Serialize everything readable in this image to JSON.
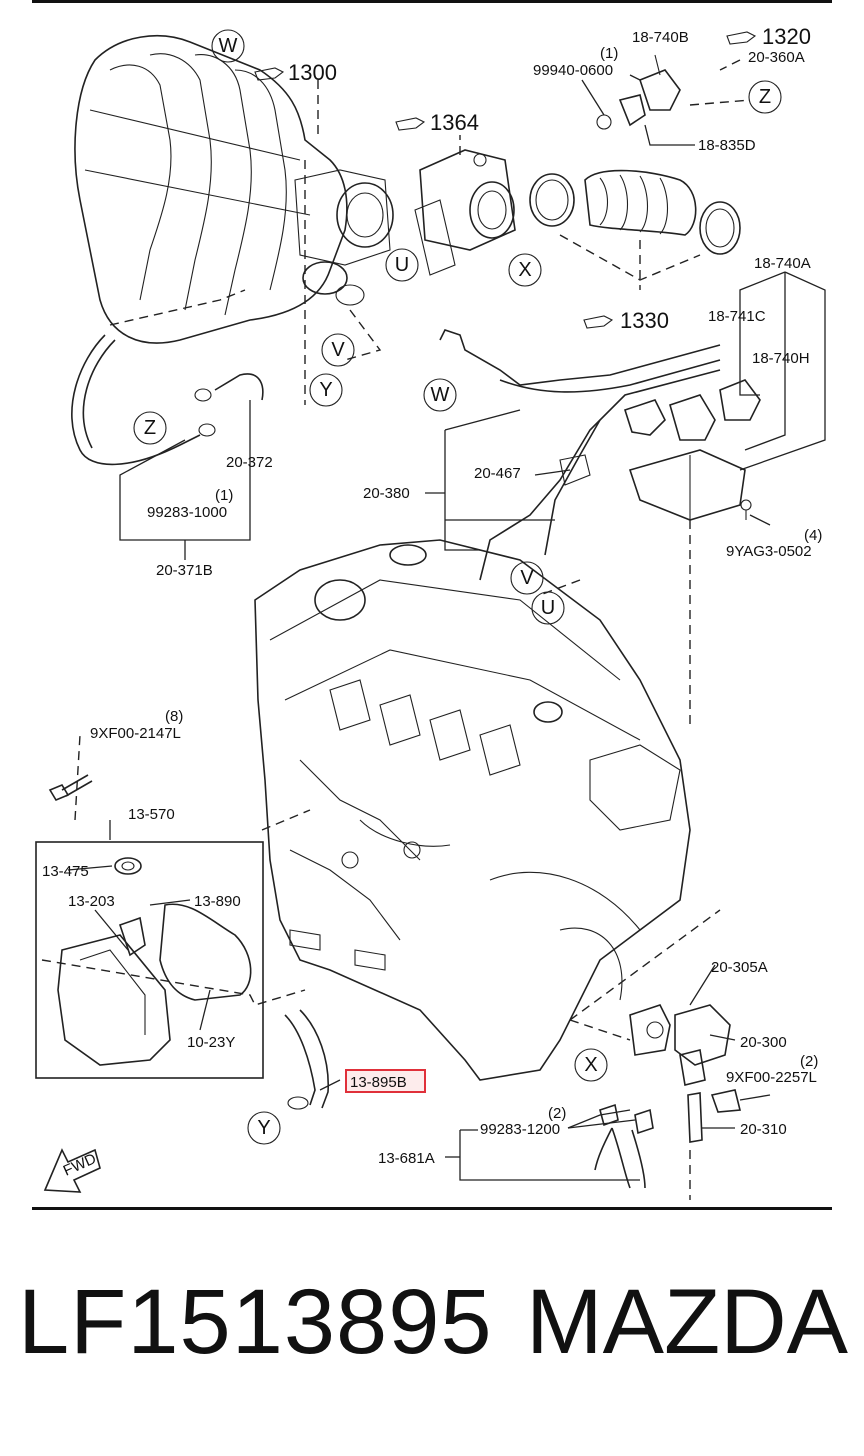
{
  "diagram": {
    "callouts": {
      "ref_1300": "1300",
      "ref_1364": "1364",
      "ref_1320": "1320",
      "ref_1330": "1330",
      "p_18_740B": "18-740B",
      "p_20_360A": "20-360A",
      "p_99940_0600": "99940-0600",
      "q_1a": "(1)",
      "p_18_835D": "18-835D",
      "p_18_740A": "18-740A",
      "p_18_741C": "18-741C",
      "p_18_740H": "18-740H",
      "p_20_372": "20-372",
      "q_1b": "(1)",
      "p_99283_1000": "99283-1000",
      "p_20_371B": "20-371B",
      "p_20_467": "20-467",
      "p_20_380": "20-380",
      "q_4": "(4)",
      "p_9YAG3_0502": "9YAG3-0502",
      "q_8": "(8)",
      "p_9XF00_2147L": "9XF00-2147L",
      "p_13_570": "13-570",
      "p_13_475": "13-475",
      "p_13_203": "13-203",
      "p_13_890": "13-890",
      "p_10_23Y": "10-23Y",
      "p_13_895B": "13-895B",
      "p_20_305A": "20-305A",
      "p_20_300": "20-300",
      "q_2a": "(2)",
      "p_9XF00_2257L": "9XF00-2257L",
      "q_2b": "(2)",
      "p_99283_1200": "99283-1200",
      "p_20_310": "20-310",
      "p_13_681A": "13-681A",
      "fwd": "FWD"
    },
    "circle_letters": {
      "w1": "W",
      "z1": "Z",
      "u1": "U",
      "x1": "X",
      "v1": "V",
      "y1": "Y",
      "z2": "Z",
      "w2": "W",
      "v2": "V",
      "u2": "U",
      "x2": "X",
      "y2": "Y"
    },
    "highlight_color": "#e0303a"
  },
  "footer": {
    "part_number": "LF1513895",
    "brand": "MAZDA"
  }
}
